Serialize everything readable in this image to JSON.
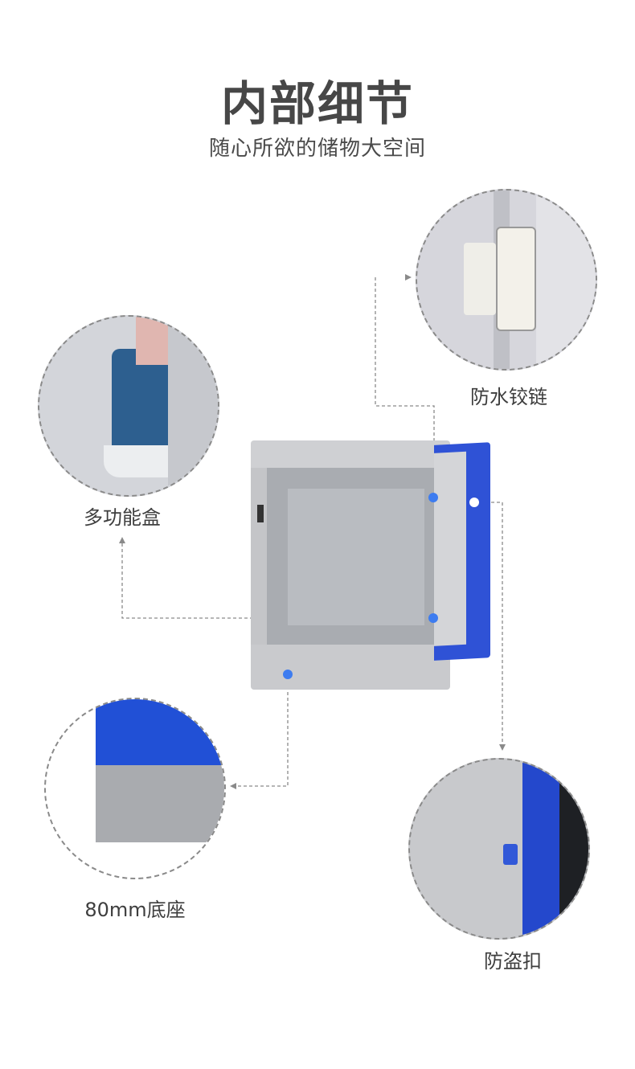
{
  "header": {
    "title": "内部细节",
    "subtitle": "随心所欲的储物大空间"
  },
  "features": [
    {
      "label": "防水铰链",
      "icon": "hinge-detail"
    },
    {
      "label": "多功能盒",
      "icon": "storage-box-detail"
    },
    {
      "label": "80mm底座",
      "icon": "base-detail"
    },
    {
      "label": "防盗扣",
      "icon": "lock-latch-detail"
    }
  ],
  "colors": {
    "accent": "#2f52d6",
    "marker": "#3d7cf0",
    "locker_gray": "#c9cacd"
  }
}
